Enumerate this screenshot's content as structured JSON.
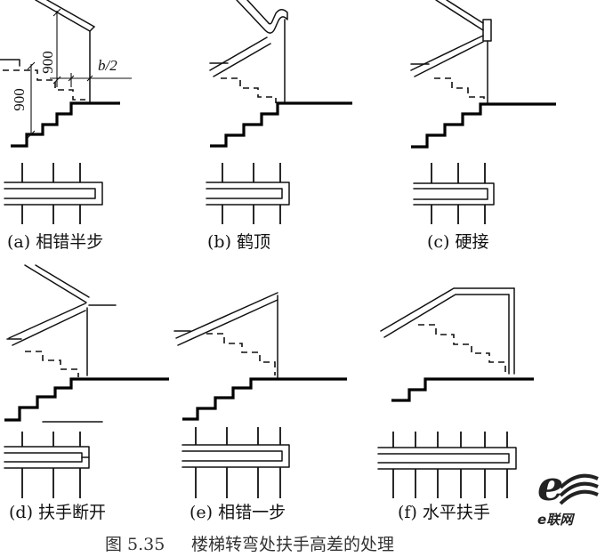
{
  "figure": {
    "number": "图 5.35",
    "title": "楼梯转弯处扶手高差的处理"
  },
  "panels": [
    {
      "label": "(a) 相错半步"
    },
    {
      "label": "(b) 鹤顶"
    },
    {
      "label": "(c) 硬接"
    },
    {
      "label": "(d) 扶手断开"
    },
    {
      "label": "(e) 相错一步"
    },
    {
      "label": "(f) 水平扶手"
    }
  ],
  "dimensions": {
    "upper_height": "900",
    "lower_height": "900",
    "offset": "b/2"
  },
  "logo": {
    "mark": "e",
    "text": "e联网"
  },
  "colors": {
    "line": "#111111",
    "caption": "#333333",
    "background": "#ffffff"
  }
}
